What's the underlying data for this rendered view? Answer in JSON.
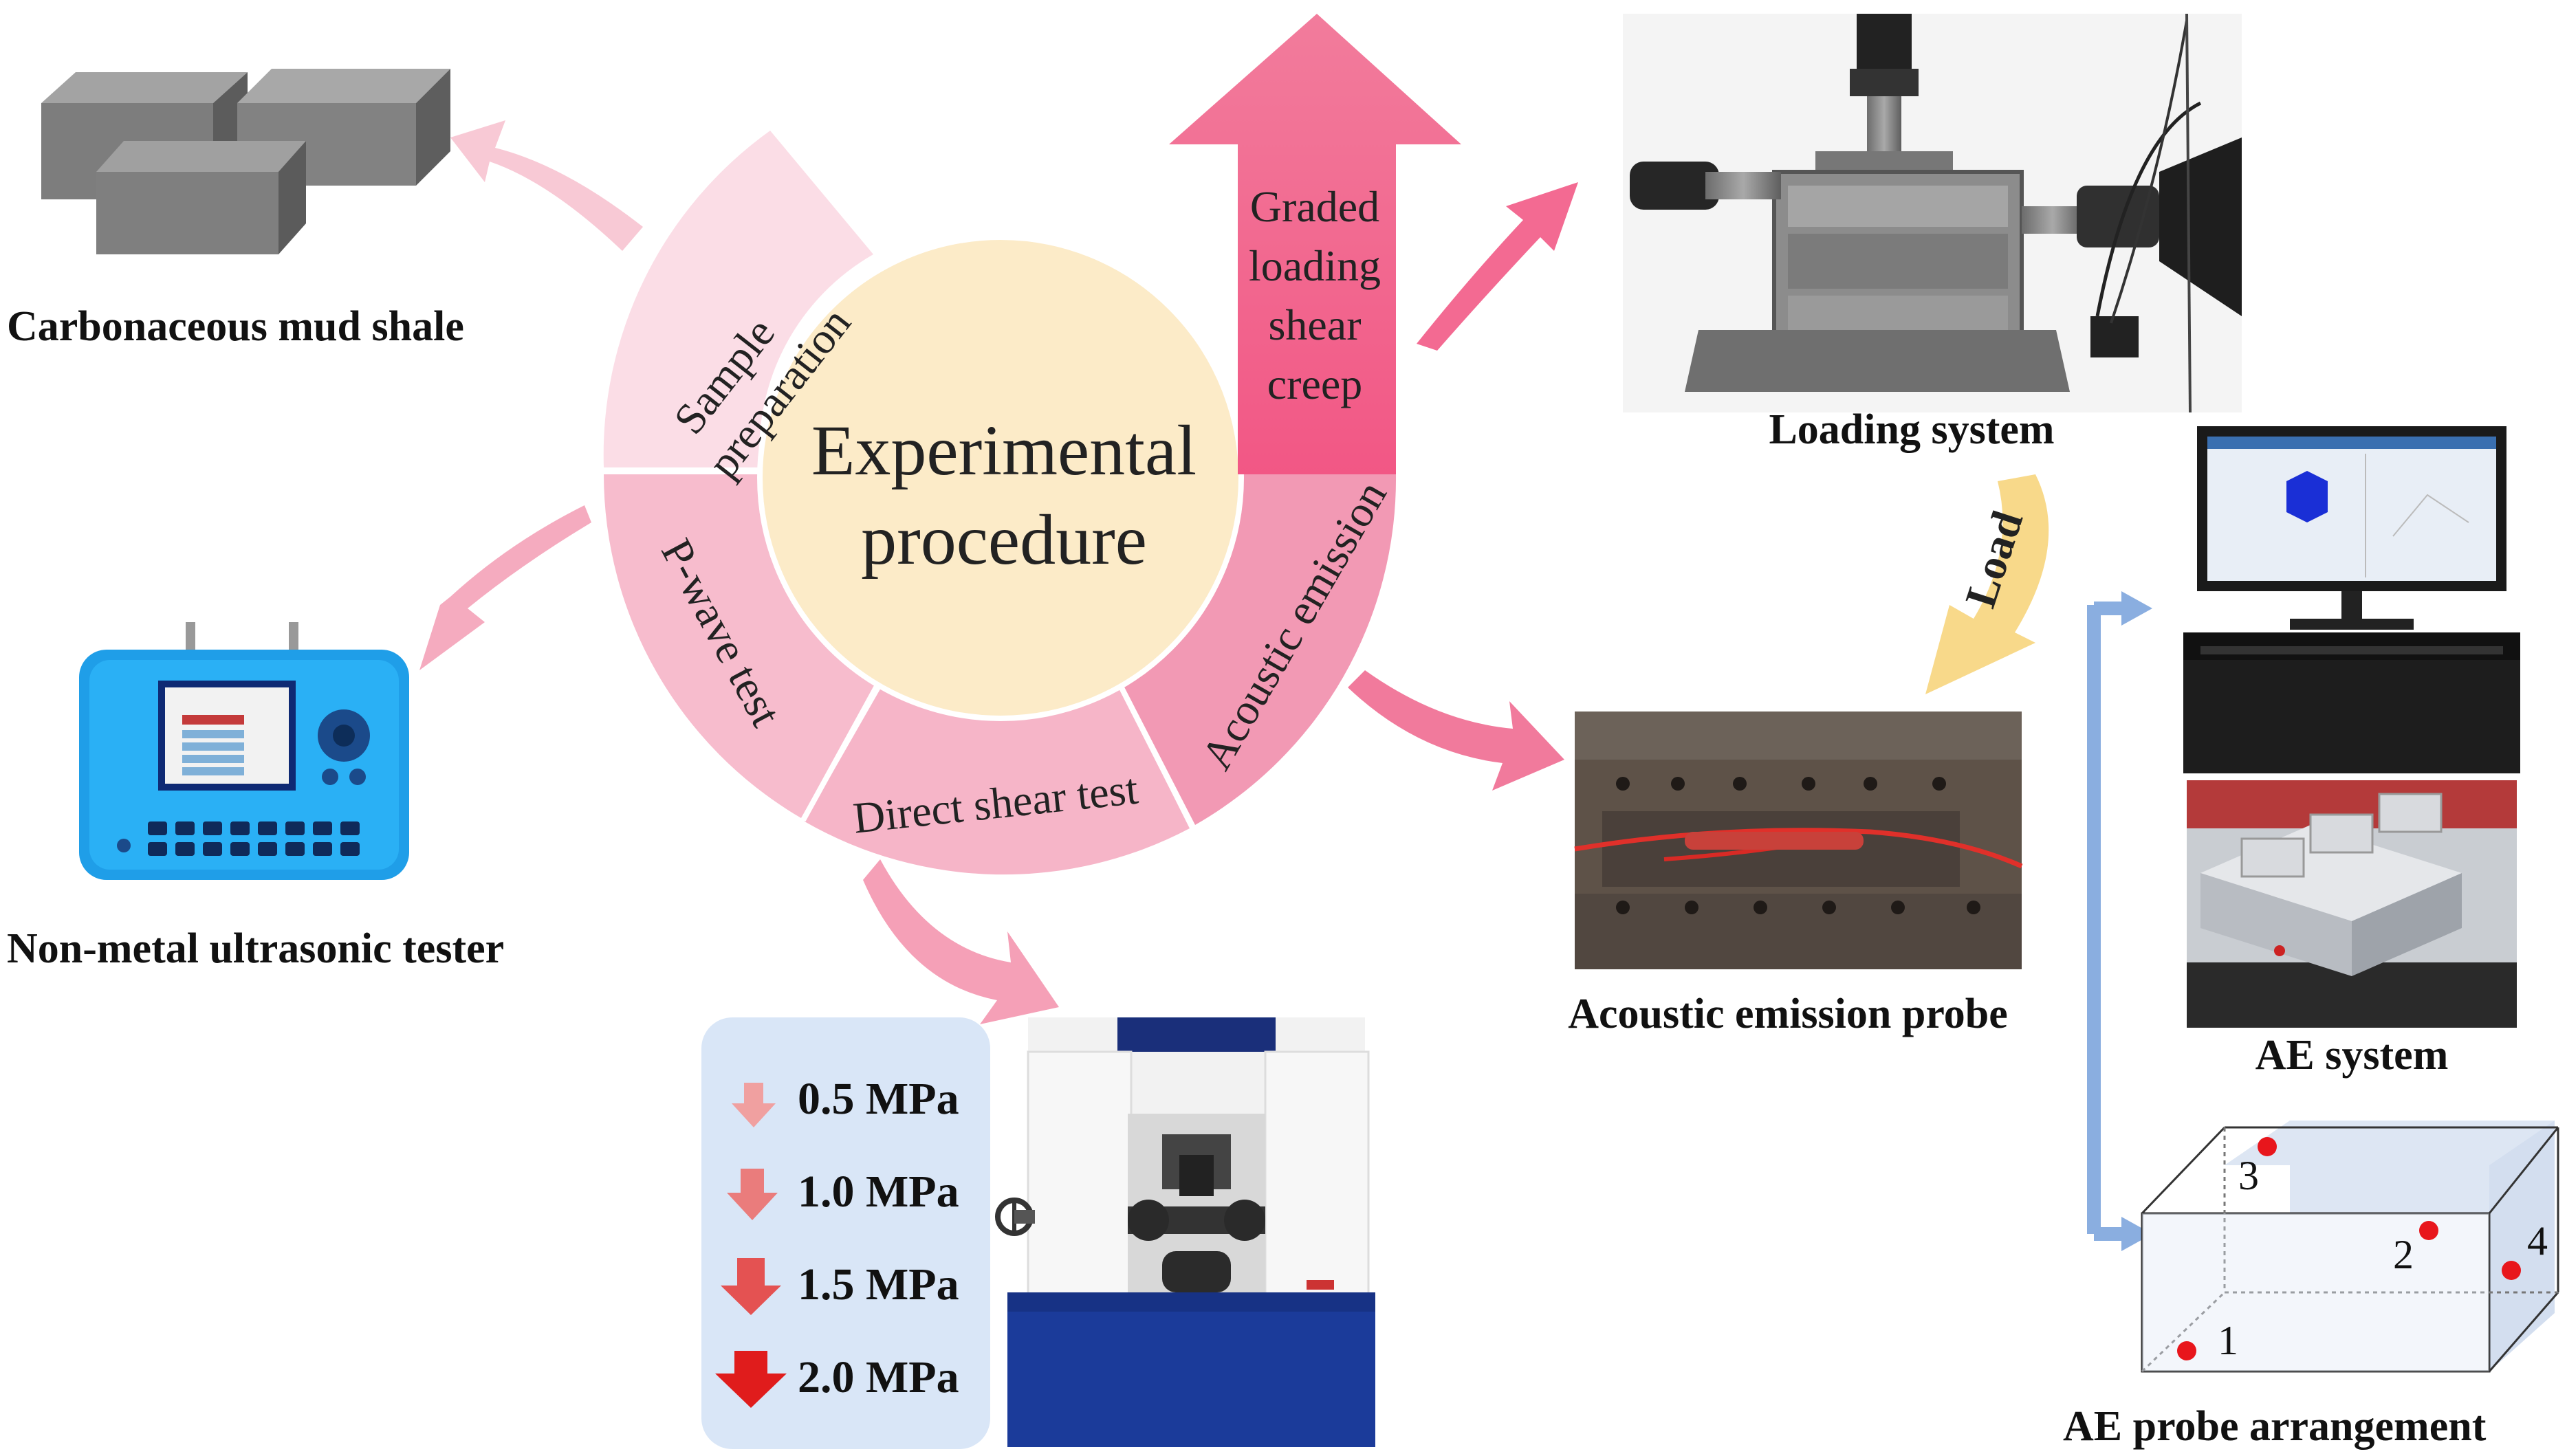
{
  "center": {
    "line1": "Experimental",
    "line2": "procedure"
  },
  "ring_segments": {
    "sample_preparation": {
      "line1": "Sample",
      "line2": "preparation"
    },
    "p_wave_test": "P-wave test",
    "direct_shear_test": "Direct shear test",
    "acoustic_emission": "Acoustic emission"
  },
  "big_arrow": {
    "lines": [
      "Graded",
      "loading",
      "shear",
      "creep"
    ]
  },
  "captions": {
    "shale": "Carbonaceous mud shale",
    "ultrasonic": "Non-metal ultrasonic tester",
    "loading_system": "Loading system",
    "ae_probe": "Acoustic emission probe",
    "ae_system": "AE system",
    "ae_arrangement": "AE probe arrangement"
  },
  "load_label": "Load",
  "normal_stress": [
    "0.5 MPa",
    "1.0 MPa",
    "1.5 MPa",
    "2.0 MPa"
  ],
  "probe_numbers": [
    "1",
    "2",
    "3",
    "4"
  ],
  "colors": {
    "ring_light": "#fbdde6",
    "ring_mid": "#f7b8cb",
    "ring_dark": "#f08eab",
    "center_fill": "#fcebc8",
    "big_arrow": "#f0628a",
    "pink_arrow": "#f5a8be",
    "load_arrow": "#f8d98a",
    "blue_arrow": "#8aaee0",
    "panel_blue": "#d9e6f7",
    "probe_dot": "#e8161c"
  }
}
